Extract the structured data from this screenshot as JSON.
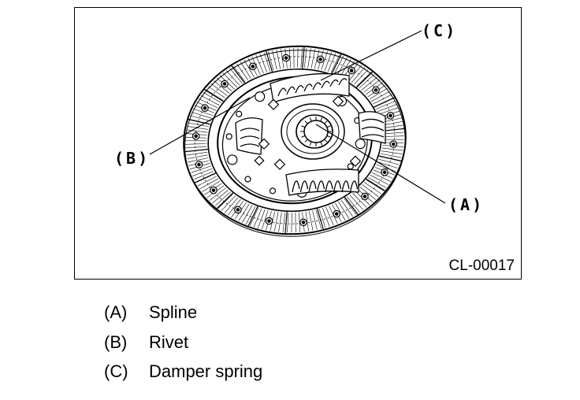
{
  "figure": {
    "code": "CL-00017",
    "callouts": {
      "a": "(A)",
      "b": "(B)",
      "c": "(C)"
    }
  },
  "legend": [
    {
      "key": "(A)",
      "label": "Spline"
    },
    {
      "key": "(B)",
      "label": "Rivet"
    },
    {
      "key": "(C)",
      "label": "Damper spring"
    }
  ]
}
